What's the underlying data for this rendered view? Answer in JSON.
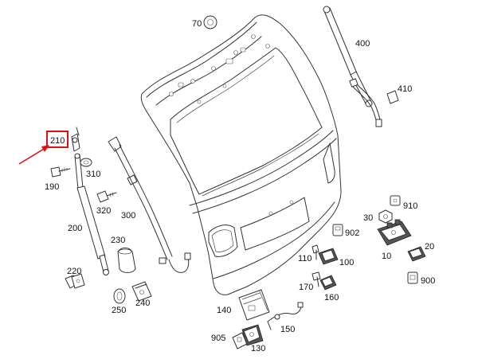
{
  "highlight": {
    "callout_color": "#e01010",
    "arrow_color": "#e01010",
    "highlighted_part": "210"
  },
  "parts": {
    "p70": "70",
    "p400": "400",
    "p410": "410",
    "p210": "210",
    "p310": "310",
    "p190": "190",
    "p320": "320",
    "p300": "300",
    "p200": "200",
    "p230": "230",
    "p220": "220",
    "p250": "250",
    "p240": "240",
    "p910": "910",
    "p30": "30",
    "p902": "902",
    "p20": "20",
    "p110": "110",
    "p100": "100",
    "p10": "10",
    "p900": "900",
    "p170": "170",
    "p160": "160",
    "p140": "140",
    "p150": "150",
    "p905": "905",
    "p130": "130"
  }
}
